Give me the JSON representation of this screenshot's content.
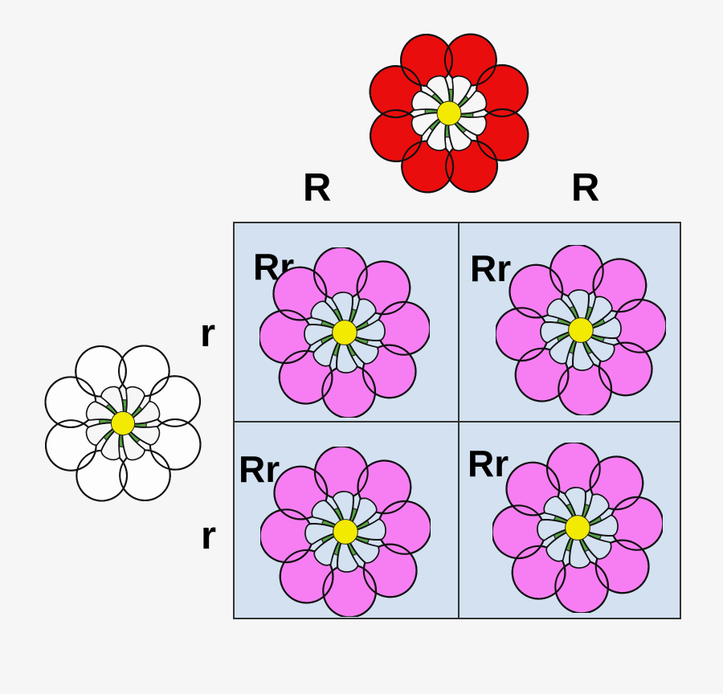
{
  "punnett": {
    "top_parent": {
      "phenotype": "red flower",
      "alleles": [
        "R",
        "R"
      ]
    },
    "side_parent": {
      "phenotype": "white flower",
      "alleles": [
        "r",
        "r"
      ]
    },
    "cells": [
      {
        "genotype": "Rr",
        "phenotype": "pink flower"
      },
      {
        "genotype": "Rr",
        "phenotype": "pink flower"
      },
      {
        "genotype": "Rr",
        "phenotype": "pink flower"
      },
      {
        "genotype": "Rr",
        "phenotype": "pink flower"
      }
    ]
  },
  "colors": {
    "page_bg": "#f6f6f6",
    "cell_bg": "#d3e1f1",
    "grid_line": "#333333",
    "text": "#000000",
    "red_petal": "#ea0d0d",
    "pink_petal": "#f67ef2",
    "white_petal": "#fdfdfd",
    "flower_outline": "#111111",
    "center_green": "#57a244",
    "center_yellow": "#f2ea00"
  }
}
